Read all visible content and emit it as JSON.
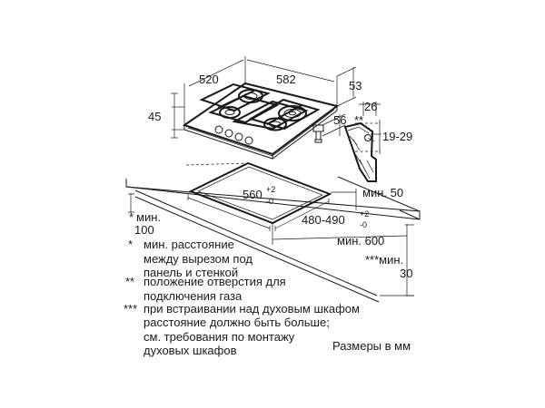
{
  "dimensions": {
    "hob_depth": "520",
    "hob_width": "582",
    "hob_height": "45",
    "cable_offset": "53",
    "gas_inlet_height": "56",
    "gas_inlet_marker": "**",
    "worktop_overhang": "26",
    "worktop_thickness": "19-29",
    "cutout_width_base": "560",
    "cutout_width_plus": "+2",
    "cutout_width_minus": "-0",
    "cutout_depth_base": "480-490",
    "cutout_depth_plus": "+2",
    "cutout_depth_minus": "-0",
    "min_front": "мин. 50",
    "min_wall_marker": "*",
    "min_wall_label": "мин.",
    "min_wall_value": "100",
    "min_side": "мин. 600",
    "min_oven_label": "***мин.",
    "min_oven_value": "30"
  },
  "footnotes": [
    {
      "marker": "*",
      "lines": [
        "мин. расстояние",
        "между вырезом под",
        "панель и стенкой"
      ]
    },
    {
      "marker": "**",
      "lines": [
        "положение отверстия для",
        "подключения газа"
      ]
    },
    {
      "marker": "***",
      "lines": [
        "при встраивании над духовым шкафом",
        "расстояние должно быть больше;",
        "см. требования по монтажу",
        "духовых шкафов"
      ]
    }
  ],
  "units_note": "Размеры в мм"
}
